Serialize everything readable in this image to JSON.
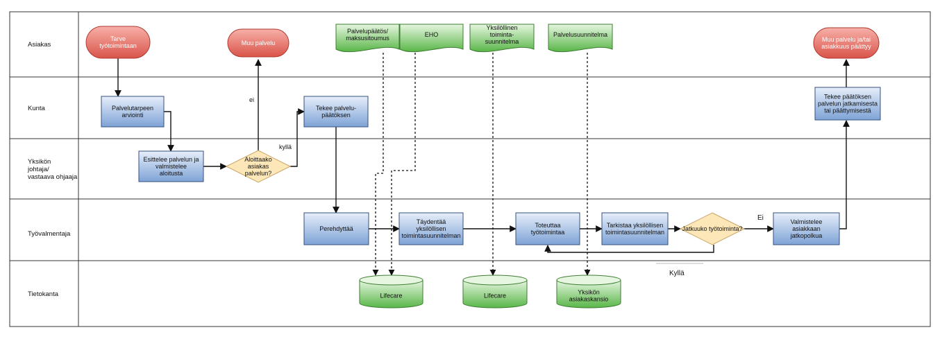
{
  "lanes": [
    {
      "id": "asiakas",
      "label": [
        "Asiakas"
      ]
    },
    {
      "id": "kunta",
      "label": [
        "Kunta"
      ]
    },
    {
      "id": "yksikko",
      "label": [
        "Yksikön",
        "johtaja/",
        "vastaava ohjaaja"
      ]
    },
    {
      "id": "tyovalmentaja",
      "label": [
        "Työvalmentaja"
      ]
    },
    {
      "id": "tietokanta",
      "label": [
        "Tietokanta"
      ]
    }
  ],
  "nodes": {
    "tarve": {
      "kind": "terminal",
      "lines": [
        "Tarve",
        "työtoimintaan"
      ]
    },
    "muu_palvelu": {
      "kind": "terminal",
      "lines": [
        "Muu palvelu"
      ]
    },
    "muu_palvelu_paattyy": {
      "kind": "terminal",
      "lines": [
        "Muu palvelu ja/tai",
        "asiakkuus päättyy"
      ]
    },
    "palvelutarpeen_arviointi": {
      "kind": "process",
      "lines": [
        "Palvelutarpeen",
        "arviointi"
      ]
    },
    "esittelee": {
      "kind": "process",
      "lines": [
        "Esittelee palvelun ja",
        "valmistelee",
        "aloitusta"
      ]
    },
    "aloittaako": {
      "kind": "decision",
      "lines": [
        "Aloittaako",
        "asiakas",
        "palvelun?"
      ]
    },
    "tekee_paatoksen": {
      "kind": "process",
      "lines": [
        "Tekee palvelu-",
        "päätöksen"
      ]
    },
    "perehdyttaa": {
      "kind": "process",
      "lines": [
        "Perehdyttää"
      ]
    },
    "taydentaa": {
      "kind": "process",
      "lines": [
        "Täydentää",
        "yksilöllisen",
        "toimintasuunnitelman"
      ]
    },
    "toteuttaa": {
      "kind": "process",
      "lines": [
        "Toteuttaa",
        "työtoimintaa"
      ]
    },
    "tarkistaa": {
      "kind": "process",
      "lines": [
        "Tarkistaa yksilöllisen",
        "toimintasuunnitelman"
      ]
    },
    "jatkuuko": {
      "kind": "decision",
      "lines": [
        "Jatkuuko työtoiminta?"
      ]
    },
    "valmistelee": {
      "kind": "process",
      "lines": [
        "Valmistelee",
        "asiakkaan",
        "jatkopolkua"
      ]
    },
    "tekee_jatko": {
      "kind": "process",
      "lines": [
        "Tekee päätöksen",
        "palvelun jatkamisesta",
        "tai päättymisestä"
      ]
    },
    "doc_palvelupaatos": {
      "kind": "document",
      "lines": [
        "Palvelupäätös/",
        "maksusitoumus"
      ]
    },
    "doc_eho": {
      "kind": "document",
      "lines": [
        "EHO"
      ]
    },
    "doc_yksilollinen": {
      "kind": "document",
      "lines": [
        "Yksilöllinen",
        "toiminta-",
        "suunnitelma"
      ]
    },
    "doc_palvelusuunnitelma": {
      "kind": "document",
      "lines": [
        "Palvelusuunnitelma"
      ]
    },
    "db_lifecare1": {
      "kind": "database",
      "lines": [
        "Lifecare"
      ]
    },
    "db_lifecare2": {
      "kind": "database",
      "lines": [
        "Lifecare"
      ]
    },
    "db_yksikon": {
      "kind": "database",
      "lines": [
        "Yksikön",
        "asiakaskansio"
      ]
    }
  },
  "edge_labels": {
    "ei_lower": "ei",
    "kylla_lower": "kyllä",
    "ei_upper": "Ei",
    "kylla_upper": "Kyllä"
  },
  "colors": {
    "terminal_top": "#f7b0a8",
    "terminal_bottom": "#d9544a",
    "terminal_stroke": "#b03a30",
    "process_top": "#e6eefa",
    "process_bottom": "#7ea3d6",
    "process_stroke": "#36507e",
    "decision_fill": "#fde7b8",
    "decision_stroke": "#c9a566",
    "green_top": "#e6f6e0",
    "green_bottom": "#59b648",
    "green_stroke": "#3e7d33",
    "lane_border": "#333333",
    "edge": "#111111"
  }
}
